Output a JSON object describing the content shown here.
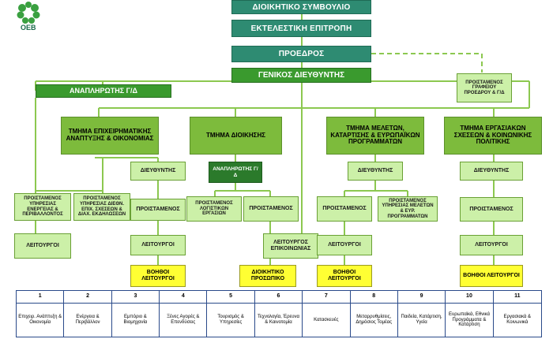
{
  "logo": {
    "text": "ΟΕΒ",
    "icon": "oeb-logo"
  },
  "top": {
    "board": "ΔΙΟΙΚΗΤΙΚΟ ΣΥΜΒΟΥΛΙΟ",
    "exec": "ΕΚΤΕΛΕΣΤΙΚΗ ΕΠΙΤΡΟΠΗ",
    "president": "ΠΡΟΕΔΡΟΣ",
    "gm": "ΓΕΝΙΚΟΣ ΔΙΕΥΘΥΝΤΗΣ"
  },
  "deputy_gm": "ΑΝΑΠΛΗΡΩΤΗΣ Γ/Δ",
  "president_office": "ΠΡΟΙΣΤΑΜΕΝΟΣ ΓΡΑΦΕΙΟΥ ΠΡΟΕΔΡΟΥ & Γ/Δ",
  "departments": {
    "business": "ΤΜΗΜΑ ΕΠΙΧΕΙΡΗΜΑΤΙΚΗΣ ΑΝΑΠΤΥΞΗΣ & ΟΙΚΟΝΟΜΙΑΣ",
    "admin": "ΤΜΗΜΑ ΔΙΟΙΚΗΣΗΣ",
    "studies": "ΤΜΗΜΑ ΜΕΛΕΤΩΝ, ΚΑΤΑΡΤΙΣΗΣ & ΕΥΡΩΠΑΪΚΩΝ ΠΡΟΓΡΑΜΜΑΤΩΝ",
    "labour": "ΤΜΗΜΑ ΕΡΓΑΣΙΑΚΩΝ ΣΧΕΣΕΩΝ & ΚΟΙΝΩΝΙΚΗΣ ΠΟΛΙΤΙΚΗΣ"
  },
  "business": {
    "director": "ΔΙΕΥΘΥΝΤΗΣ",
    "head_energy": "ΠΡΟΙΣΤΑΜΕΝΟΣ ΥΠΗΡΕΣΙΑΣ ΕΝΕΡΓΕΙΑΣ & ΠΕΡΙΒΑΛΛΟΝΤΟΣ",
    "head_intl": "ΠΡΟΙΣΤΑΜΕΝΟΣ ΥΠΗΡΕΣΙΑΣ ΔΙΕΘΝ. ΕΠΙΧ. ΣΧΕΣΕΩΝ & ΔΙΑΧ. ΕΚΔΗΛΩΣΕΩΝ",
    "head": "ΠΡΟΙΣΤΑΜΕΝΟΣ",
    "officers_left": "ΛΕΙΤΟΥΡΓΟΙ",
    "officers": "ΛΕΙΤΟΥΡΓΟΙ",
    "assistants": "ΒΟΗΘΟΙ ΛΕΙΤΟΥΡΓΟΙ"
  },
  "admin": {
    "deputy": "ΑΝΑΠΛΗΡΩΤΗΣ Γ/Δ",
    "head_accounts": "ΠΡΟΙΣΤΑΜΕΝΟΣ ΛΟΓΙΣΤΙΚΩΝ ΕΡΓΑΣΙΩΝ",
    "head": "ΠΡΟΙΣΤΑΜΕΝΟΣ",
    "staff": "ΔΙΟΙΚΗΤΙΚΟ ΠΡΟΣΩΠΙΚΟ"
  },
  "comms_officer": "ΛΕΙΤΟΥΡΓΟΣ ΕΠΙΚΟΙΝΩΝΙΑΣ",
  "studies": {
    "director": "ΔΙΕΥΘΥΝΤΗΣ",
    "head": "ΠΡΟΙΣΤΑΜΕΝΟΣ",
    "head_eu": "ΠΡΟΙΣΤΑΜΕΝΟΣ ΥΠΗΡΕΣΙΑΣ ΜΕΛΕΤΩΝ & ΕΥΡ. ΠΡΟΓΡΑΜΜΑΤΩΝ",
    "officers": "ΛΕΙΤΟΥΡΓΟΙ",
    "assistants": "ΒΟΗΘΟΙ ΛΕΙΤΟΥΡΓΟΙ"
  },
  "labour": {
    "director": "ΔΙΕΥΘΥΝΤΗΣ",
    "head": "ΠΡΟΙΣΤΑΜΕΝΟΣ",
    "officers": "ΛΕΙΤΟΥΡΓΟΙ",
    "assistants": "ΒΟΗΘΟΙ ΛΕΙΤΟΥΡΓΟΙ"
  },
  "table": [
    {
      "num": "1",
      "label": "Επιχειρ. Ανάπτυξη & Οικονομία"
    },
    {
      "num": "2",
      "label": "Ενέργεια & Περιβάλλον"
    },
    {
      "num": "3",
      "label": "Εμπόριο & Βιομηχανία"
    },
    {
      "num": "4",
      "label": "Ξένες Αγορές & Επενδύσεις"
    },
    {
      "num": "5",
      "label": "Τουρισμός & Υπηρεσίες"
    },
    {
      "num": "6",
      "label": "Τεχνολογία, Έρευνα & Καινοτομία"
    },
    {
      "num": "7",
      "label": "Κατασκευές"
    },
    {
      "num": "8",
      "label": "Μεταρρυθμίσεις, Δημόσιος Τομέας"
    },
    {
      "num": "9",
      "label": "Παιδεία, Κατάρτιση, Υγεία"
    },
    {
      "num": "10",
      "label": "Ευρωπαϊκά, Εθνικά Προγράμματα & Κατάρτιση"
    },
    {
      "num": "11",
      "label": "Εργασιακά & Κοινωνικά"
    }
  ],
  "colors": {
    "teal": "#2e8b72",
    "dark_green": "#3a9a2e",
    "mid_green": "#7dbb3c",
    "light_green": "#ccf0a8",
    "yellow": "#ffff33",
    "line": "#7dbb3c",
    "table_border": "#2a4a8a"
  }
}
